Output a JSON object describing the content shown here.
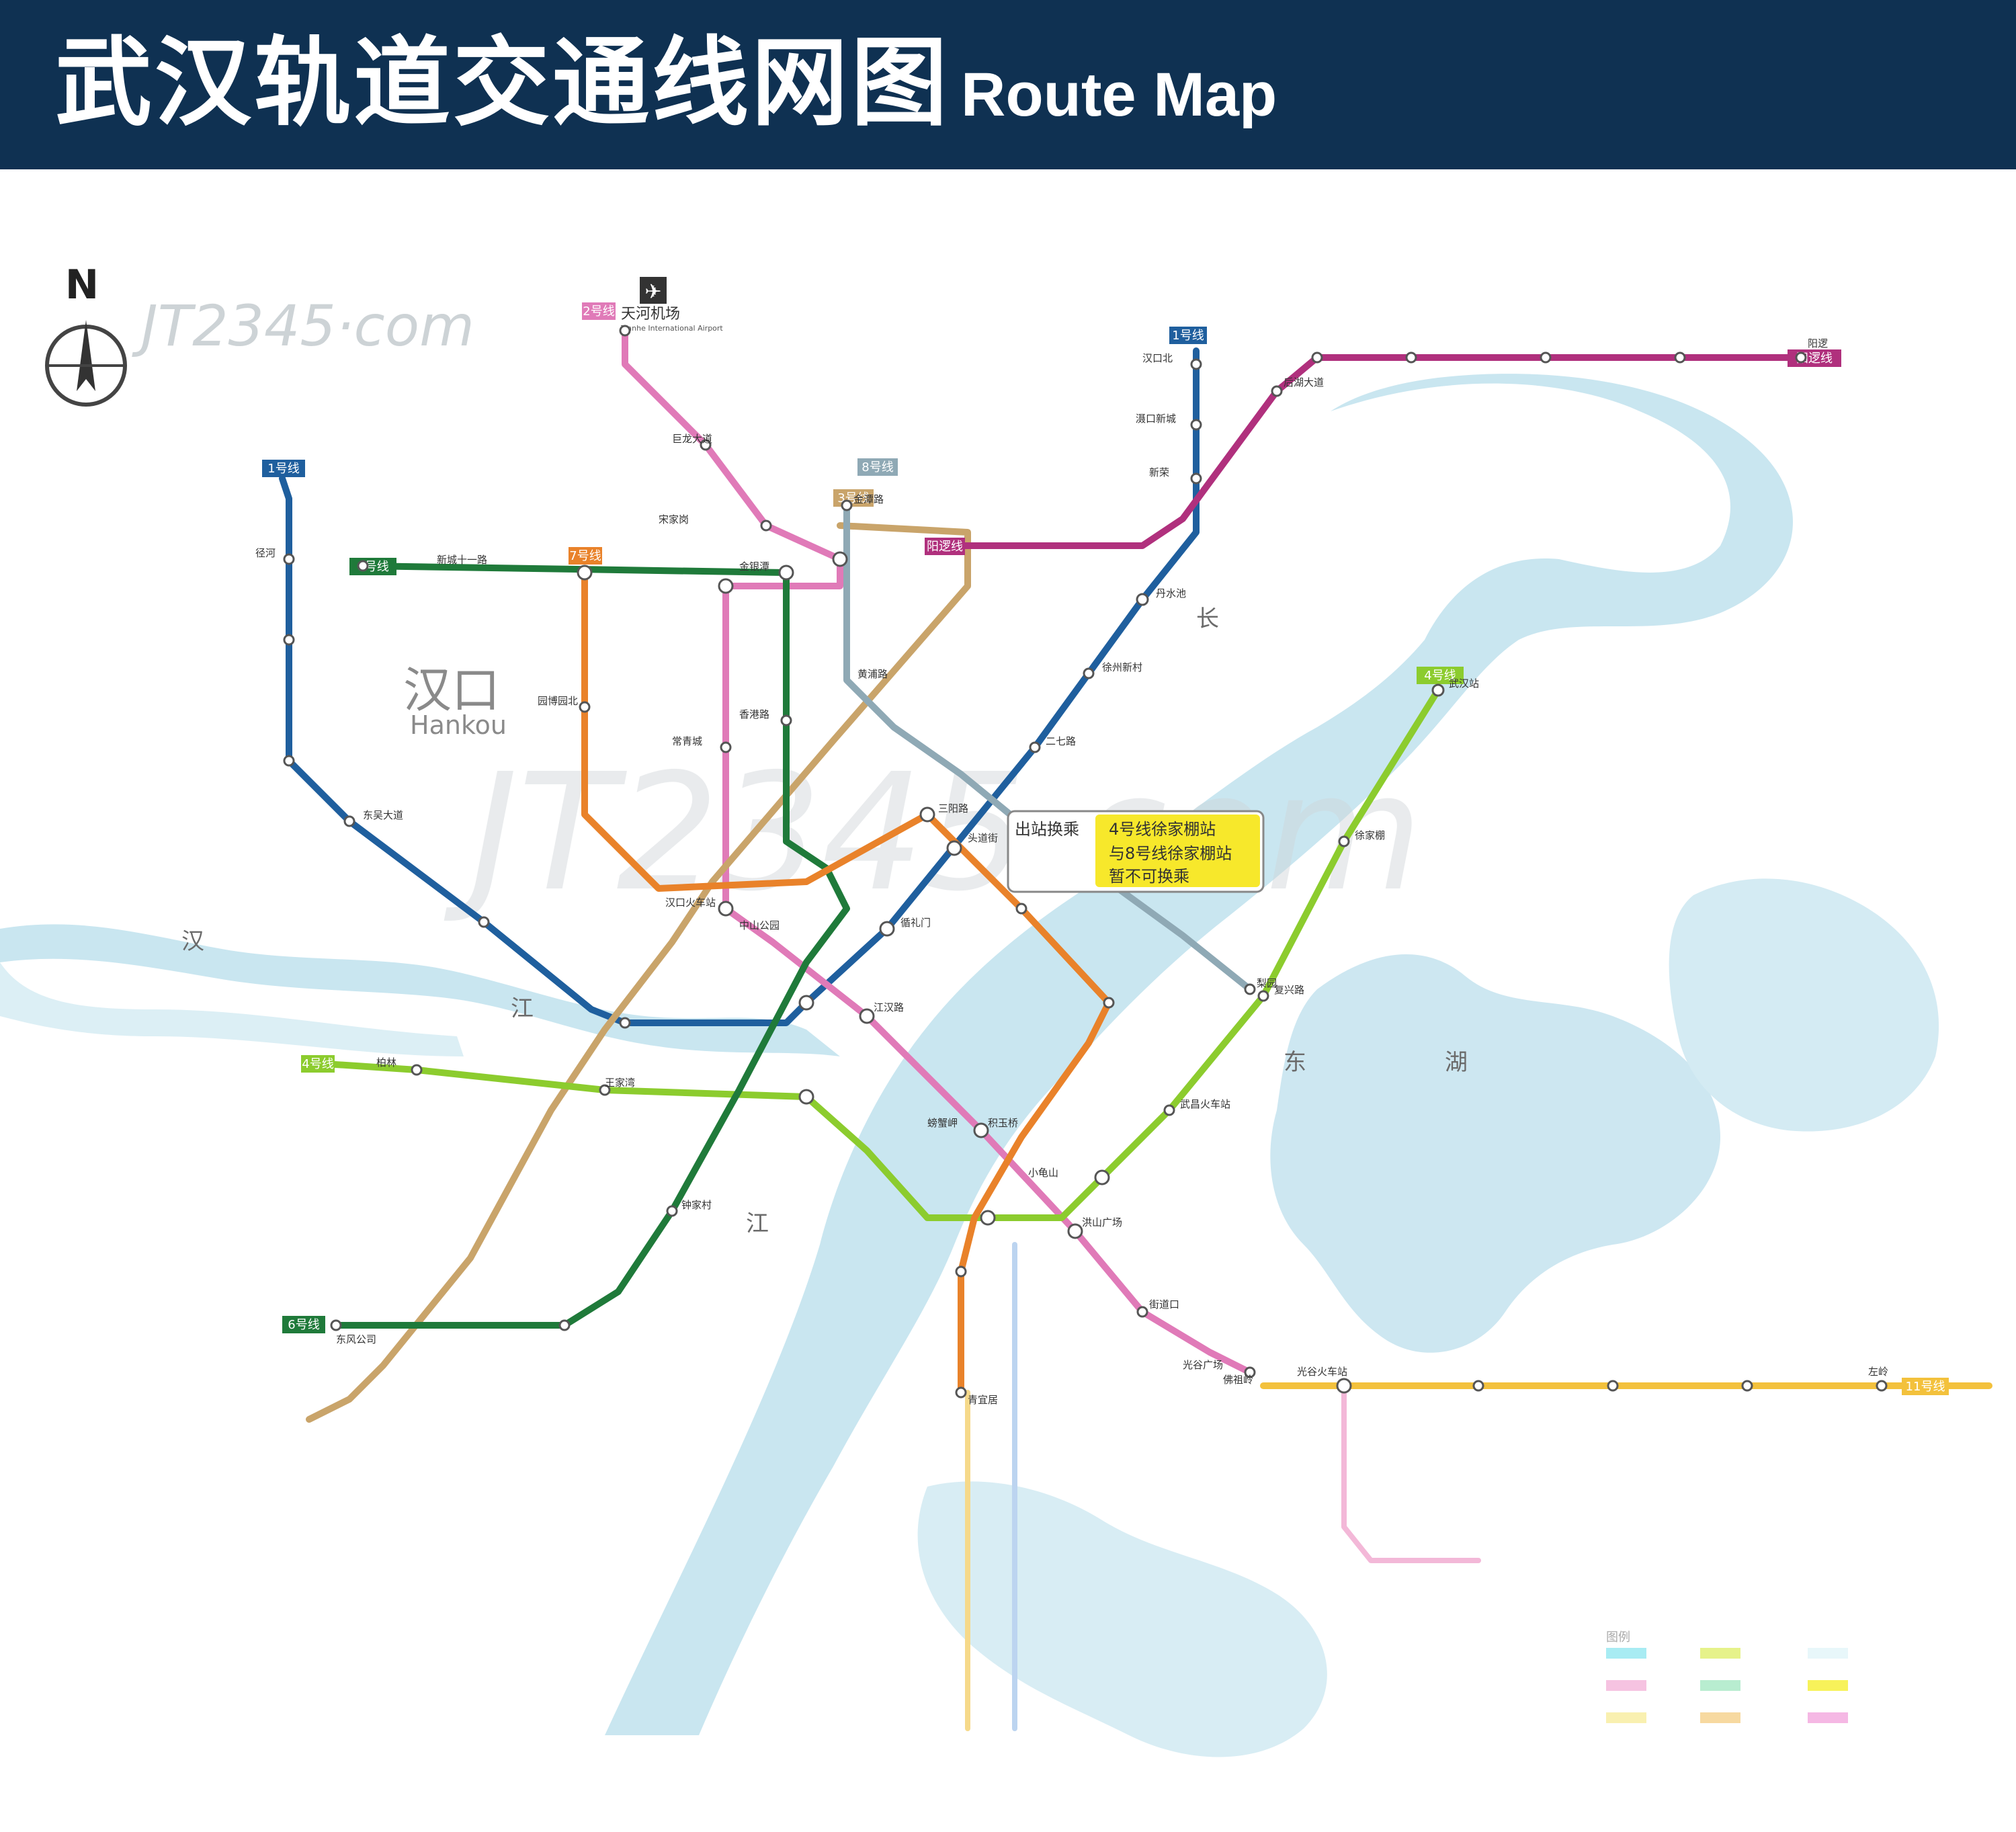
{
  "header": {
    "title_zh": "武汉轨道交通线网图",
    "title_en": "Route Map"
  },
  "compass": {
    "north": "N"
  },
  "watermark": "JT2345·com",
  "airport": {
    "name": "天河机场",
    "name_en": "Tianhe International Airport"
  },
  "district": {
    "name_zh": "汉口",
    "name_en": "Hankou"
  },
  "river_labels": [
    "长",
    "江",
    "汉",
    "江",
    "东",
    "湖"
  ],
  "notice": [
    "出站换乘",
    "4号线徐家棚站",
    "与8号线徐家棚站",
    "暂不可换乘"
  ],
  "lines": [
    {
      "id": "line-1",
      "label": "1号线",
      "color": "#1f5f9e"
    },
    {
      "id": "line-2",
      "label": "2号线",
      "color": "#e07ab8"
    },
    {
      "id": "line-3",
      "label": "3号线",
      "color": "#c9a46a"
    },
    {
      "id": "line-4",
      "label": "4号线",
      "color": "#8ccc2e"
    },
    {
      "id": "line-6",
      "label": "6号线",
      "color": "#1f7a3a"
    },
    {
      "id": "line-7",
      "label": "7号线",
      "color": "#e9822a"
    },
    {
      "id": "line-8",
      "label": "8号线",
      "color": "#8fa9b5"
    },
    {
      "id": "line-21",
      "label": "阳逻线",
      "color": "#b0307d"
    },
    {
      "id": "line-11",
      "label": "11号线",
      "color": "#f3c13c"
    }
  ],
  "stations": [
    {
      "name": "汉口北",
      "line": "line-1"
    },
    {
      "name": "滠口新城",
      "line": "line-1"
    },
    {
      "name": "新荣",
      "line": "line-1"
    },
    {
      "name": "丹水池",
      "line": "line-1"
    },
    {
      "name": "徐州新村",
      "line": "line-1"
    },
    {
      "name": "二七路",
      "line": "line-1"
    },
    {
      "name": "头道街",
      "line": "line-1"
    },
    {
      "name": "循礼门",
      "line": "line-1"
    },
    {
      "name": "东吴大道",
      "line": "line-1"
    },
    {
      "name": "径河",
      "line": "line-1"
    },
    {
      "name": "巨龙大道",
      "line": "line-2"
    },
    {
      "name": "宋家岗",
      "line": "line-2"
    },
    {
      "name": "金银潭",
      "line": "line-2"
    },
    {
      "name": "常青城",
      "line": "line-2"
    },
    {
      "name": "汉口火车站",
      "line": "line-2"
    },
    {
      "name": "中山公园",
      "line": "line-2"
    },
    {
      "name": "江汉路",
      "line": "line-2"
    },
    {
      "name": "积玉桥",
      "line": "line-2"
    },
    {
      "name": "螃蟹岬",
      "line": "line-2"
    },
    {
      "name": "小龟山",
      "line": "line-2"
    },
    {
      "name": "洪山广场",
      "line": "line-2"
    },
    {
      "name": "街道口",
      "line": "line-2"
    },
    {
      "name": "光谷广场",
      "line": "line-2"
    },
    {
      "name": "佛祖岭",
      "line": "line-2"
    },
    {
      "name": "武汉站",
      "line": "line-4"
    },
    {
      "name": "徐家棚",
      "line": "line-4"
    },
    {
      "name": "复兴路",
      "line": "line-4"
    },
    {
      "name": "武昌火车站",
      "line": "line-4"
    },
    {
      "name": "王家湾",
      "line": "line-4"
    },
    {
      "name": "柏林",
      "line": "line-4"
    },
    {
      "name": "新城十一路",
      "line": "line-6"
    },
    {
      "name": "香港路",
      "line": "line-6"
    },
    {
      "name": "钟家村",
      "line": "line-6"
    },
    {
      "name": "东风公司",
      "line": "line-6"
    },
    {
      "name": "园博园北",
      "line": "line-7"
    },
    {
      "name": "三阳路",
      "line": "line-7"
    },
    {
      "name": "青宜居",
      "line": "line-7"
    },
    {
      "name": "金潭路",
      "line": "line-8"
    },
    {
      "name": "黄浦路",
      "line": "line-8"
    },
    {
      "name": "梨园",
      "line": "line-8"
    },
    {
      "name": "阳逻",
      "line": "line-21"
    },
    {
      "name": "后湖大道",
      "line": "line-21"
    },
    {
      "name": "左岭",
      "line": "line-11"
    },
    {
      "name": "光谷火车站",
      "line": "line-11"
    }
  ],
  "legend_title": "图例"
}
